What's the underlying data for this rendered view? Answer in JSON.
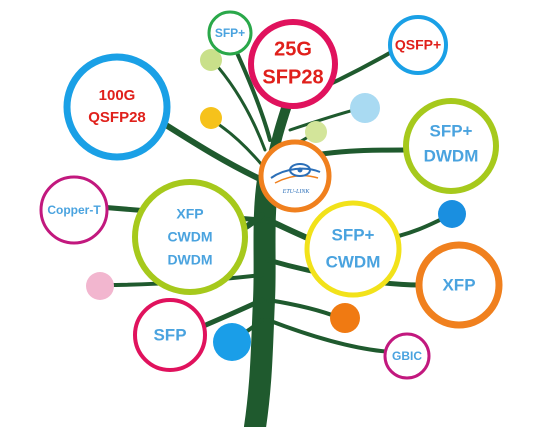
{
  "colors": {
    "trunk": "#1f5a2e",
    "label_blue": "#4aa3df",
    "label_red": "#e0201b",
    "ring_blue": "#1aa0e6",
    "ring_red": "#e0125d",
    "ring_green": "#2aa84a",
    "ring_lime": "#a6c91c",
    "ring_yellow": "#f2e21a",
    "ring_orange": "#f0801e",
    "ring_magenta": "#c2187e"
  },
  "labels": {
    "sfp_plus_top": "SFP+",
    "g25_line1": "25G",
    "g25_line2": "SFP28",
    "qsfp_plus": "QSFP+",
    "g100_line1": "100G",
    "g100_line2": "QSFP28",
    "sfp_dwdm_line1": "SFP+",
    "sfp_dwdm_line2": "DWDM",
    "copper_t": "Copper-T",
    "xfp_cwdm_line1": "XFP",
    "xfp_cwdm_line2": "CWDM",
    "xfp_cwdm_line3": "DWDM",
    "sfp_cwdm_line1": "SFP+",
    "sfp_cwdm_line2": "CWDM",
    "xfp_right": "XFP",
    "sfp_bottom": "SFP",
    "gbic": "GBIC",
    "logo_text": "ETU-LINK"
  },
  "icons": {
    "logo": "eye-swoosh-logo"
  }
}
